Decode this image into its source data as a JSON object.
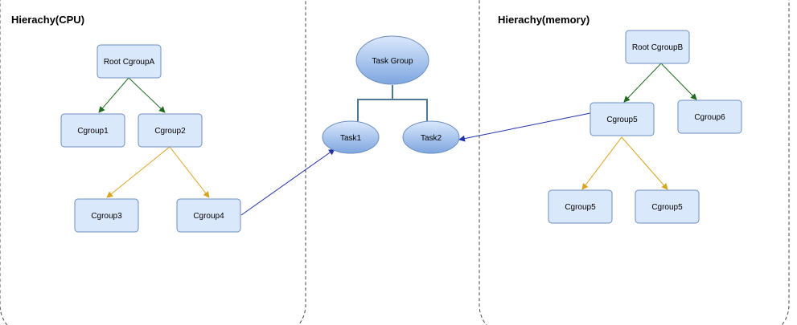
{
  "panels": {
    "cpu": {
      "title": "Hierachy(CPU)"
    },
    "memory": {
      "title": "Hierachy(memory)"
    }
  },
  "nodes": {
    "root_a": "Root CgroupA",
    "cgroup1": "Cgroup1",
    "cgroup2": "Cgroup2",
    "cgroup3": "Cgroup3",
    "cgroup4": "Cgroup4",
    "task_group": "Task Group",
    "task1": "Task1",
    "task2": "Task2",
    "root_b": "Root CgroupB",
    "mem_cgroup5": "Cgroup5",
    "mem_cgroup6": "Cgroup6",
    "mem_cgroup5_left": "Cgroup5",
    "mem_cgroup5_right": "Cgroup5"
  },
  "colors": {
    "box_fill": "#dae8fc",
    "box_stroke": "#6c8ebf",
    "edge_green": "#1f6b1f",
    "edge_orange": "#d9a521",
    "edge_blue": "#2233aa"
  }
}
